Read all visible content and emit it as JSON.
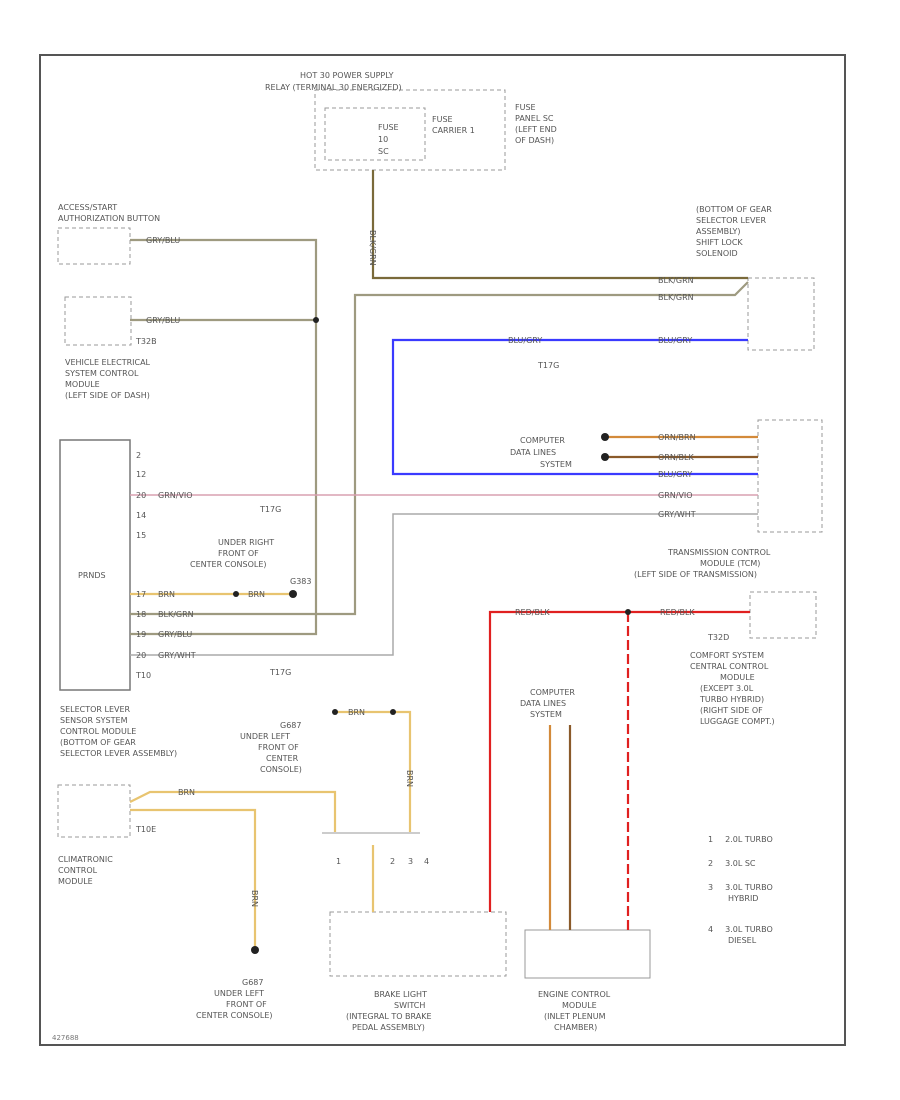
{
  "colors": {
    "tan": "#9e9a80",
    "olive": "#7a6a3a",
    "blue": "#3a3aff",
    "orange": "#d38a3a",
    "brown": "#8a5a2a",
    "pink": "#d8a0b0",
    "gray": "#aaaaaa",
    "red": "#e02020",
    "yellow": "#e8c470",
    "frame": "#555555",
    "dash": "#999999"
  },
  "components": {
    "relay": [
      "HOT 30 POWER SUPPLY",
      "RELAY (TERMINAL 30 ENERGIZED)"
    ],
    "fuse": [
      "FUSE",
      "10",
      "SC"
    ],
    "fuse_carrier": [
      "FUSE",
      "CARRIER 1"
    ],
    "fuse_panel": [
      "FUSE",
      "PANEL SC",
      "(LEFT END",
      "OF DASH)"
    ],
    "access_start": [
      "ACCESS/START",
      "AUTHORIZATION BUTTON"
    ],
    "vescm": [
      "VEHICLE ELECTRICAL",
      "SYSTEM CONTROL",
      "MODULE",
      "(LEFT SIDE OF DASH)"
    ],
    "vescm_conn": "T32B",
    "shift_lock": [
      "(BOTTOM OF GEAR",
      "SELECTOR LEVER",
      "ASSEMBLY)",
      "SHIFT LOCK",
      "SOLENOID"
    ],
    "prndl": "PRNDS",
    "ground_g1": [
      "UNDER RIGHT",
      "FRONT OF",
      "CENTER CONSOLE)"
    ],
    "ground_g1_tag": "G383",
    "computer_data_1": [
      "COMPUTER",
      "DATA LINES",
      "SYSTEM"
    ],
    "tcm": [
      "TRANSMISSION CONTROL",
      "MODULE (TCM)",
      "(LEFT SIDE OF TRANSMISSION)"
    ],
    "tcm_conn": "T32D",
    "comfort": [
      "COMFORT SYSTEM",
      "CENTRAL CONTROL",
      "MODULE",
      "(EXCEPT 3.0L",
      "TURBO HYBRID)",
      "(RIGHT SIDE OF",
      "LUGGAGE COMPT.)"
    ],
    "selector_sensor": [
      "SELECTOR LEVER",
      "SENSOR SYSTEM",
      "CONTROL MODULE",
      "(BOTTOM OF GEAR",
      "SELECTOR LEVER ASSEMBLY)"
    ],
    "selector_conn": "T10E",
    "clim": [
      "CLIMATRONIC",
      "CONTROL",
      "MODULE"
    ],
    "ground_g2": [
      "G687",
      "UNDER LEFT",
      "FRONT OF",
      "CENTER",
      "CONSOLE)"
    ],
    "ground_g3": [
      "G687",
      "UNDER LEFT",
      "FRONT OF",
      "CENTER CONSOLE)"
    ],
    "computer_data_2": [
      "COMPUTER",
      "DATA LINES",
      "SYSTEM"
    ],
    "brake": [
      "BRAKE LIGHT",
      "SWITCH",
      "(INTEGRAL TO BRAKE",
      "PEDAL ASSEMBLY)"
    ],
    "ecm": [
      "ENGINE CONTROL",
      "MODULE",
      "(INLET PLENUM",
      "CHAMBER)"
    ],
    "variant_numbers": [
      "1",
      "2",
      "3",
      "4"
    ],
    "prndl_pins": [
      "2",
      "12",
      "20",
      "14",
      "15",
      "17",
      "18",
      "19",
      "20",
      "T10"
    ],
    "connectors": [
      "T17G",
      "T17G",
      "T17G"
    ]
  },
  "wires": {
    "w_access": "GRY/BLU",
    "w_vescm": "GRY/BLU",
    "w_relay_v": "BLK/GRN",
    "w_shift_1": "BLK/GRN",
    "w_shift_2": "BLK/GRN",
    "w_blue_1": "BLU/GRY",
    "w_blue_2": "BLU/GRY",
    "w_blue_3": "BLU/GRY",
    "w_orange": "ORN/BRN",
    "w_brown": "ORN/BLK",
    "w_pink_1": "GRN/VIO",
    "w_pink_2": "GRN/VIO",
    "w_gray": "GRY/WHT",
    "w_gray_2": "GRY/WHT",
    "w_red_1": "RED/BLK",
    "w_red_2": "RED/BLK",
    "w_brn_1": "BRN",
    "w_brn_2": "BRN",
    "w_blk_grn_p": "BLK/GRN",
    "w_gry_blu_p": "GRY/BLU",
    "w_brn_top": "BRN",
    "w_brn_v": "BRN",
    "w_brn_sel": "BRN",
    "w_brn_sel_v": "BRN"
  },
  "variants": [
    {
      "num": "1",
      "label": [
        "2.0L TURBO"
      ]
    },
    {
      "num": "2",
      "label": [
        "3.0L SC"
      ]
    },
    {
      "num": "3",
      "label": [
        "3.0L TURBO",
        "HYBRID"
      ]
    },
    {
      "num": "4",
      "label": [
        "3.0L TURBO",
        "DIESEL"
      ]
    }
  ],
  "figure_id": "427688"
}
